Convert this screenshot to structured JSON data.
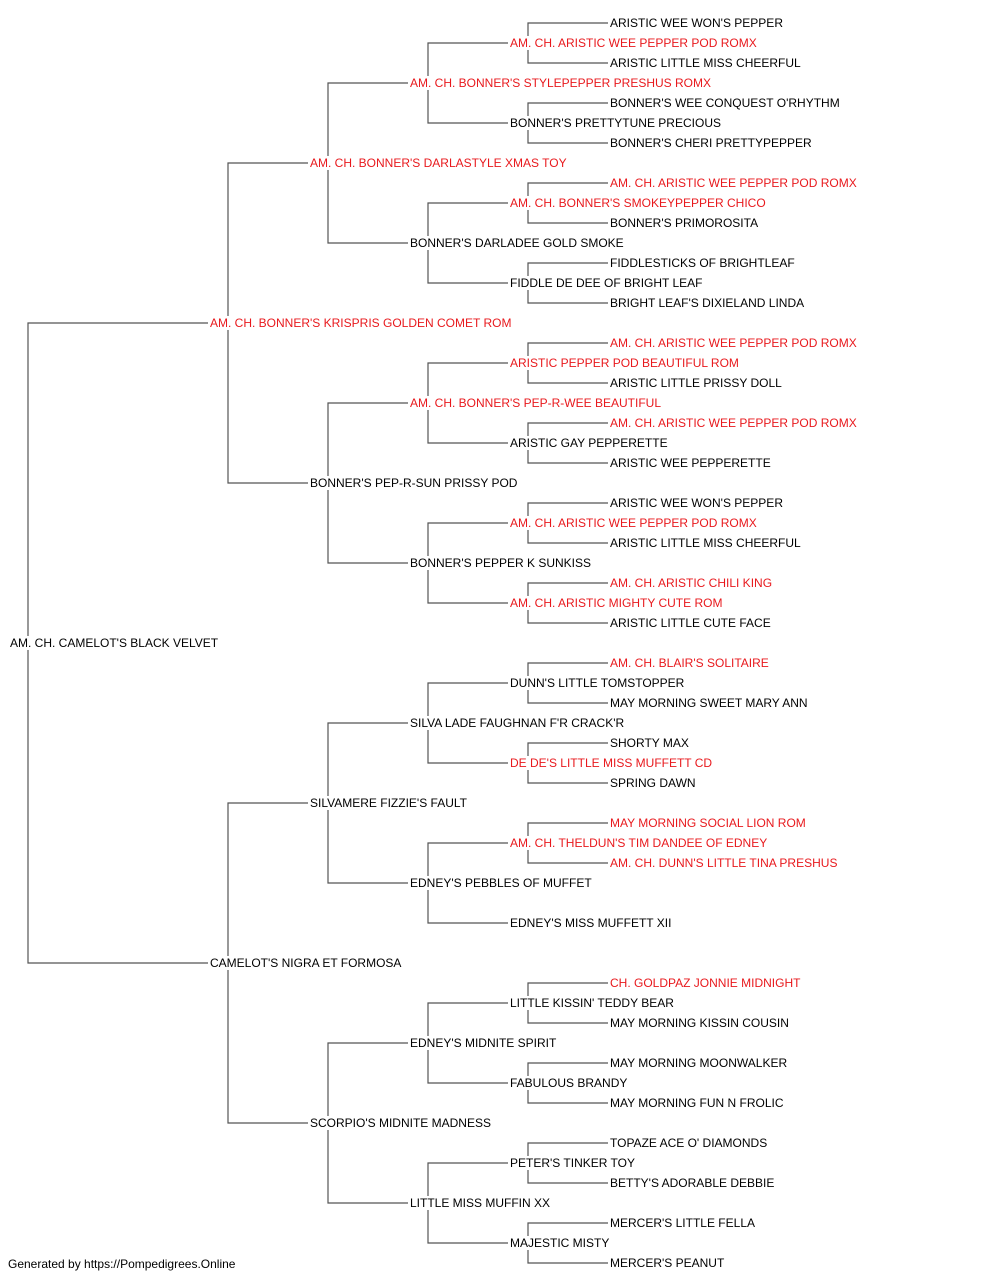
{
  "colors": {
    "champion": "#e8191d",
    "normal": "#000000",
    "connector": "#555555"
  },
  "pedigree": {
    "subject": {
      "name": "AM. CH. CAMELOT'S BLACK VELVET",
      "champion": false
    },
    "sire": {
      "name": "AM. CH. BONNER'S KRISPRIS GOLDEN COMET ROM",
      "champion": true
    },
    "dam": {
      "name": "CAMELOT'S NIGRA ET FORMOSA",
      "champion": false
    },
    "sire_sire": {
      "name": "AM. CH. BONNER'S DARLASTYLE XMAS TOY",
      "champion": true
    },
    "sire_dam": {
      "name": "BONNER'S PEP-R-SUN PRISSY POD",
      "champion": false
    },
    "dam_sire": {
      "name": "SILVAMERE FIZZIE'S FAULT",
      "champion": false
    },
    "dam_dam": {
      "name": "SCORPIO'S MIDNITE MADNESS",
      "champion": false
    },
    "gen3": [
      {
        "name": "AM. CH. BONNER'S STYLEPEPPER PRESHUS ROMX",
        "champion": true
      },
      {
        "name": "BONNER'S DARLADEE GOLD SMOKE",
        "champion": false
      },
      {
        "name": "AM. CH. BONNER'S PEP-R-WEE BEAUTIFUL",
        "champion": true
      },
      {
        "name": "BONNER'S PEPPER K SUNKISS",
        "champion": false
      },
      {
        "name": "SILVA LADE FAUGHNAN F'R CRACK'R",
        "champion": false
      },
      {
        "name": "EDNEY'S PEBBLES OF MUFFET",
        "champion": false
      },
      {
        "name": "EDNEY'S MIDNITE SPIRIT",
        "champion": false
      },
      {
        "name": "LITTLE MISS MUFFIN XX",
        "champion": false
      }
    ],
    "gen4": [
      {
        "name": "AM. CH. ARISTIC WEE PEPPER POD ROMX",
        "champion": true
      },
      {
        "name": "BONNER'S PRETTYTUNE PRECIOUS",
        "champion": false
      },
      {
        "name": "AM. CH. BONNER'S SMOKEYPEPPER CHICO",
        "champion": true
      },
      {
        "name": "FIDDLE DE DEE OF BRIGHT LEAF",
        "champion": false
      },
      {
        "name": "ARISTIC PEPPER POD BEAUTIFUL ROM",
        "champion": true
      },
      {
        "name": "ARISTIC GAY PEPPERETTE",
        "champion": false
      },
      {
        "name": "AM. CH. ARISTIC WEE PEPPER POD ROMX",
        "champion": true
      },
      {
        "name": "AM. CH. ARISTIC MIGHTY CUTE ROM",
        "champion": true
      },
      {
        "name": "DUNN'S LITTLE TOMSTOPPER",
        "champion": false
      },
      {
        "name": "DE DE'S LITTLE MISS MUFFETT CD",
        "champion": true
      },
      {
        "name": "AM. CH. THELDUN'S TIM DANDEE OF EDNEY",
        "champion": true
      },
      {
        "name": "EDNEY'S MISS MUFFETT XII",
        "champion": false
      },
      {
        "name": "LITTLE KISSIN' TEDDY BEAR",
        "champion": false
      },
      {
        "name": "FABULOUS BRANDY",
        "champion": false
      },
      {
        "name": "PETER'S TINKER TOY",
        "champion": false
      },
      {
        "name": "MAJESTIC MISTY",
        "champion": false
      }
    ],
    "gen5": [
      {
        "name": "ARISTIC WEE WON'S PEPPER",
        "champion": false
      },
      {
        "name": "ARISTIC LITTLE MISS CHEERFUL",
        "champion": false
      },
      {
        "name": "BONNER'S WEE CONQUEST O'RHYTHM",
        "champion": false
      },
      {
        "name": "BONNER'S CHERI PRETTYPEPPER",
        "champion": false
      },
      {
        "name": "AM. CH. ARISTIC WEE PEPPER POD ROMX",
        "champion": true
      },
      {
        "name": "BONNER'S PRIMOROSITA",
        "champion": false
      },
      {
        "name": "FIDDLESTICKS OF BRIGHTLEAF",
        "champion": false
      },
      {
        "name": "BRIGHT LEAF'S DIXIELAND LINDA",
        "champion": false
      },
      {
        "name": "AM. CH. ARISTIC WEE PEPPER POD ROMX",
        "champion": true
      },
      {
        "name": "ARISTIC LITTLE PRISSY DOLL",
        "champion": false
      },
      {
        "name": "AM. CH. ARISTIC WEE PEPPER POD ROMX",
        "champion": true
      },
      {
        "name": "ARISTIC WEE PEPPERETTE",
        "champion": false
      },
      {
        "name": "ARISTIC WEE WON'S PEPPER",
        "champion": false
      },
      {
        "name": "ARISTIC LITTLE MISS CHEERFUL",
        "champion": false
      },
      {
        "name": "AM. CH. ARISTIC CHILI KING",
        "champion": true
      },
      {
        "name": "ARISTIC LITTLE CUTE FACE",
        "champion": false
      },
      {
        "name": "AM. CH. BLAIR'S SOLITAIRE",
        "champion": true
      },
      {
        "name": "MAY MORNING SWEET MARY ANN",
        "champion": false
      },
      {
        "name": "SHORTY MAX",
        "champion": false
      },
      {
        "name": "SPRING DAWN",
        "champion": false
      },
      {
        "name": "MAY MORNING SOCIAL LION ROM",
        "champion": true
      },
      {
        "name": "AM. CH. DUNN'S LITTLE TINA PRESHUS",
        "champion": true
      },
      {
        "name": "",
        "champion": false
      },
      {
        "name": "",
        "champion": false
      },
      {
        "name": "CH. GOLDPAZ JONNIE MIDNIGHT",
        "champion": true
      },
      {
        "name": "MAY MORNING KISSIN COUSIN",
        "champion": false
      },
      {
        "name": "MAY MORNING MOONWALKER",
        "champion": false
      },
      {
        "name": "MAY MORNING FUN N FROLIC",
        "champion": false
      },
      {
        "name": "TOPAZE ACE O' DIAMONDS",
        "champion": false
      },
      {
        "name": "BETTY'S ADORABLE DEBBIE",
        "champion": false
      },
      {
        "name": "MERCER'S LITTLE FELLA",
        "champion": false
      },
      {
        "name": "MERCER'S PEANUT",
        "champion": false
      }
    ]
  },
  "footer": "Generated by https://Pompedigrees.Online"
}
